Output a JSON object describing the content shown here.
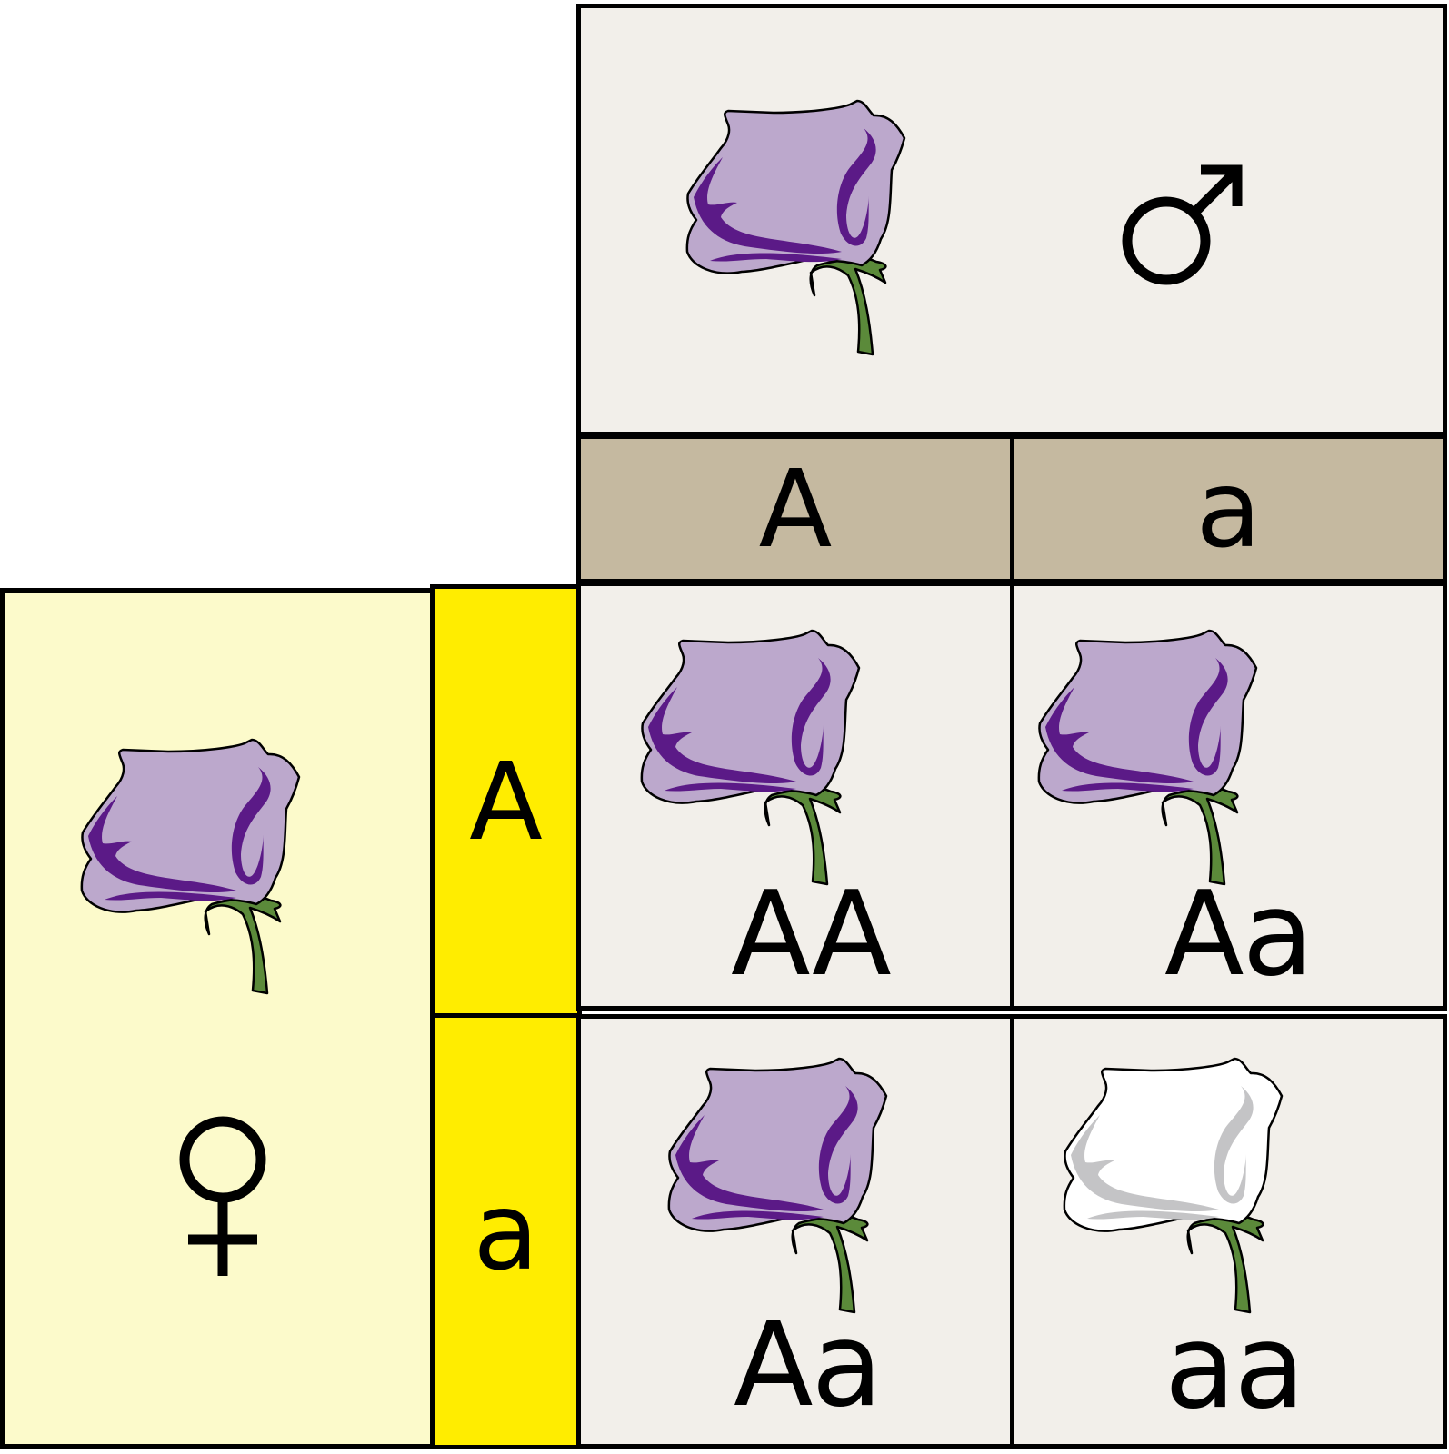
{
  "male_parent": {
    "symbol_icon": "male-symbol-icon",
    "flower_color": "purple"
  },
  "female_parent": {
    "symbol_icon": "female-symbol-icon",
    "flower_color": "purple"
  },
  "male_alleles": [
    "A",
    "a"
  ],
  "female_alleles": [
    "A",
    "a"
  ],
  "offspring": [
    {
      "genotype": "AA",
      "flower_color": "purple"
    },
    {
      "genotype": "Aa",
      "flower_color": "purple"
    },
    {
      "genotype": "Aa",
      "flower_color": "purple"
    },
    {
      "genotype": "aa",
      "flower_color": "white"
    }
  ],
  "colors": {
    "purple_petal": "#bca8cc",
    "purple_shade": "#5b1a87",
    "white_petal": "#ffffff",
    "white_shade": "#c4c4c6",
    "stem": "#5b8a3a",
    "cell_background": "#f2efea",
    "male_allele_background": "#c5b9a0",
    "female_allele_background": "#ffed00",
    "female_parent_background": "#fcfacb"
  }
}
